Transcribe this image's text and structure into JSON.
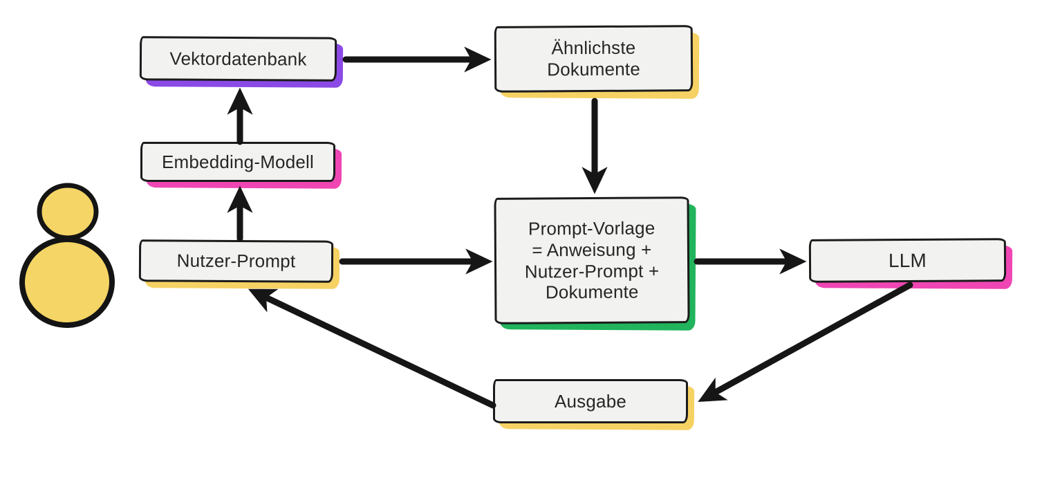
{
  "diagram_type": "flowchart",
  "language": "de",
  "colors": {
    "purple": "#8b4ae6",
    "pink": "#ef46b4",
    "yellow": "#f6d264",
    "green": "#21b45c",
    "box_fill": "#f2f2f0",
    "line": "#161616",
    "background": "#ffffff"
  },
  "nodes": {
    "vektordatenbank": {
      "label": "Vektordatenbank",
      "shadow": "purple"
    },
    "aehnlichste_dokumente": {
      "lines": [
        "Ähnlichste",
        "Dokumente"
      ],
      "shadow": "yellow"
    },
    "embedding_modell": {
      "label": "Embedding-Modell",
      "shadow": "pink"
    },
    "nutzer_prompt": {
      "label": "Nutzer-Prompt",
      "shadow": "yellow"
    },
    "prompt_vorlage": {
      "lines": [
        "Prompt-Vorlage",
        "= Anweisung +",
        "Nutzer-Prompt +",
        "Dokumente"
      ],
      "shadow": "green"
    },
    "llm": {
      "label": "LLM",
      "shadow": "pink"
    },
    "ausgabe": {
      "label": "Ausgabe",
      "shadow": "yellow"
    }
  },
  "edges": [
    {
      "from": "nutzer_prompt",
      "to": "embedding_modell"
    },
    {
      "from": "embedding_modell",
      "to": "vektordatenbank"
    },
    {
      "from": "vektordatenbank",
      "to": "aehnlichste_dokumente"
    },
    {
      "from": "aehnlichste_dokumente",
      "to": "prompt_vorlage"
    },
    {
      "from": "nutzer_prompt",
      "to": "prompt_vorlage"
    },
    {
      "from": "prompt_vorlage",
      "to": "llm"
    },
    {
      "from": "llm",
      "to": "ausgabe"
    },
    {
      "from": "ausgabe",
      "to": "nutzer_prompt"
    }
  ],
  "user_icon": {
    "name": "user-icon",
    "fill": "#f5d565"
  }
}
